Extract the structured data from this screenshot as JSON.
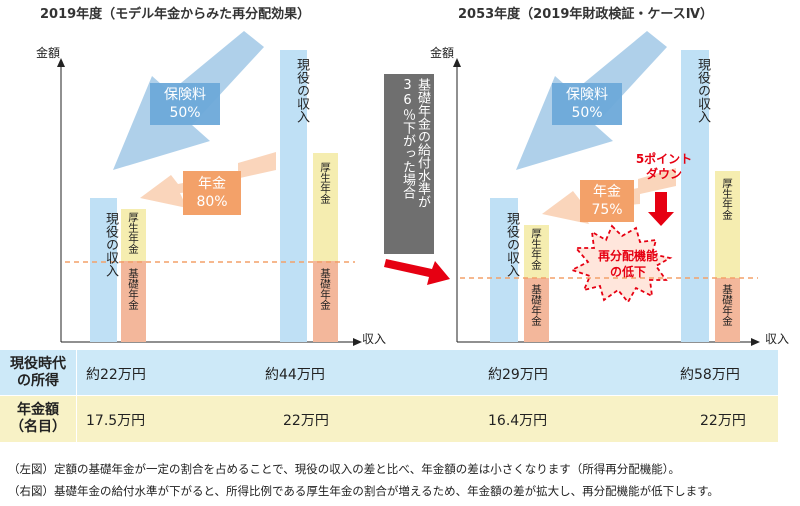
{
  "left_panel": {
    "title": "2019年度（モデル年金からみた再分配効果）",
    "y_axis": "金額",
    "x_axis": "収入",
    "low_income_bar": "現役の収入",
    "high_income_bar": "現役の収入",
    "kosei": "厚生年金",
    "kiso": "基礎年金",
    "kosei2": "厚生年金",
    "kiso2": "基礎年金",
    "premium_arrow": {
      "line1": "保険料",
      "line2": "50%"
    },
    "pension_arrow": {
      "line1": "年金",
      "line2": "80%"
    }
  },
  "middle_callout": "基礎年金の給付水準が36％下がった場合",
  "right_panel": {
    "title": "2053年度（2019年財政検証・ケースⅣ）",
    "y_axis": "金額",
    "x_axis": "収入",
    "low_income_bar": "現役の収入",
    "high_income_bar": "現役の収入",
    "kosei": "厚生年金",
    "kiso": "基礎年金",
    "kosei2": "厚生年金",
    "kiso2": "基礎年金",
    "premium_arrow": {
      "line1": "保険料",
      "line2": "50%"
    },
    "pension_arrow": {
      "line1": "年金",
      "line2": "75%"
    },
    "point_down": {
      "line1": "5ポイント",
      "line2": "ダウン"
    },
    "burst": {
      "line1": "再分配機能",
      "line2": "の低下"
    }
  },
  "table": {
    "row1_header": {
      "line1": "現役時代",
      "line2": "の所得"
    },
    "row1_values": [
      "約22万円",
      "約44万円",
      "約29万円",
      "約58万円"
    ],
    "row2_header": {
      "line1": "年金額",
      "line2": "（名目）"
    },
    "row2_values": [
      "17.5万円",
      "22万円",
      "16.4万円",
      "22万円"
    ]
  },
  "notes": [
    "（左図）定額の基礎年金が一定の割合を占めることで、現役の収入の差と比べ、年金額の差は小さくなります（所得再分配機能）。",
    "（右図）基礎年金の給付水準が下がると、所得比例である厚生年金の割合が増えるため、年金額の差が拡大し、再分配機能が低下します。"
  ],
  "colors": {
    "income_bar": "#bfe0f5",
    "kosei_bar": "#f5edb0",
    "kiso_bar": "#f3b79b",
    "premium_arrow": "#6da9d9",
    "pension_arrow": "#f3a169",
    "table_row1": "#cde9f8",
    "table_row2": "#f8f2c6",
    "callout_bg": "#6f6f6f",
    "burst_fill": "#ffe6dc",
    "red": "#e60012"
  }
}
